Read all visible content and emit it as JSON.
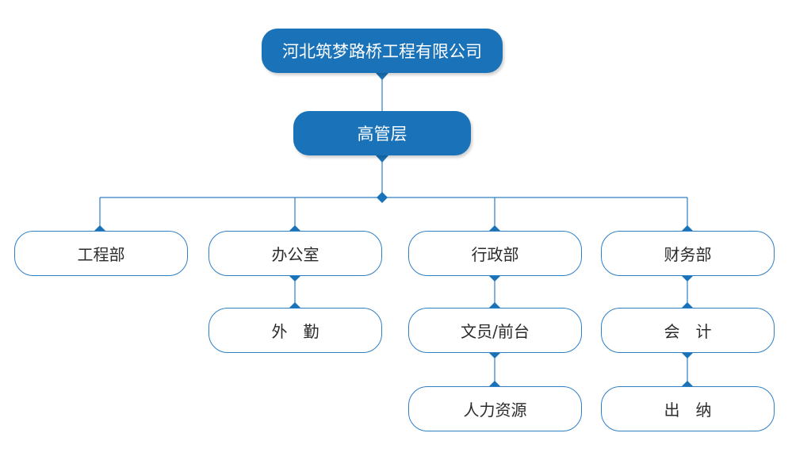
{
  "colors": {
    "accent": "#1a72b8",
    "line": "#2e7fc4"
  },
  "nodes": {
    "root": "河北筑梦路桥工程有限公司",
    "exec": "高管层",
    "engineering": "工程部",
    "office": "办公室",
    "admin": "行政部",
    "finance": "财务部",
    "field": "外　勤",
    "clerk": "文员/前台",
    "accountant": "会　计",
    "hr": "人力资源",
    "cashier": "出　纳"
  }
}
